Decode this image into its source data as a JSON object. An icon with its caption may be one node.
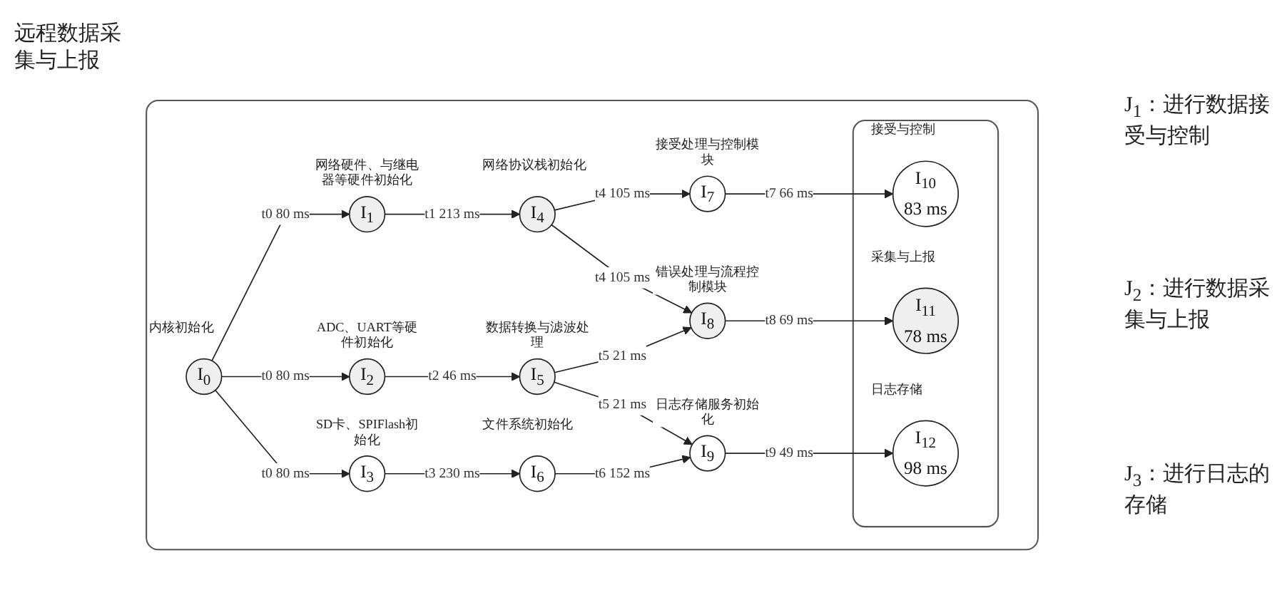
{
  "diagram": {
    "nodes": [
      {
        "text": [],
        "shape": "box"
      },
      {
        "text": [
          "I$_{0}$"
        ],
        "in": 0,
        "beside": [
          "内核初始化"
        ]
      },
      {
        "text": [
          "I$_{1}$"
        ],
        "in": 0,
        "beside": [
          "网络硬件、与继电器等硬件初始化"
        ]
      },
      {
        "text": [
          "I$_{2}$"
        ],
        "in": 0,
        "beside": [
          "ADC、UART等硬件初始化"
        ]
      },
      {
        "text": [
          "I$_{3}$"
        ],
        "in": 0,
        "beside": [
          "SD卡、SPIFlash初始化"
        ]
      },
      {
        "text": [
          "I$_{4}$"
        ],
        "in": 0,
        "beside": [
          "网络协议栈初始化"
        ]
      },
      {
        "text": [
          "I$_{5}$"
        ],
        "in": 0,
        "beside": [
          "数据转换与滤波处理"
        ]
      },
      {
        "text": [
          "I$_{6}$"
        ],
        "in": 0,
        "beside": [
          "文件系统初始化"
        ]
      },
      {
        "text": [
          "I$_{7}$"
        ],
        "in": 0,
        "beside": [
          "接受处理与控制模块"
        ]
      },
      {
        "text": [
          "I$_{8}$"
        ],
        "in": 0,
        "beside": [
          "错误处理与流程控制模块"
        ]
      },
      {
        "text": [
          "I$_{9}$"
        ],
        "in": 0,
        "beside": [
          "日志存储服务初始化"
        ]
      },
      {
        "text": [],
        "shape": "box",
        "in": 0
      },
      {
        "text": [
          "I$_{10}$",
          "83 ms"
        ],
        "in": 11,
        "beside": [
          "接受与控制"
        ]
      },
      {
        "text": [
          "I$_{11}$",
          "78 ms"
        ],
        "in": 11,
        "beside": [
          "采集与上报"
        ]
      },
      {
        "text": [
          "I$_{12}$",
          "98 ms"
        ],
        "in": 11,
        "beside": [
          "日志存储"
        ]
      }
    ],
    "edges": [
      {
        "from": 1,
        "to": 2,
        "arrow": "to",
        "label": "t0 80 ms"
      },
      {
        "from": 1,
        "to": 3,
        "arrow": "to",
        "label": "t0 80 ms"
      },
      {
        "from": 1,
        "to": 4,
        "arrow": "to",
        "label": "t0 80 ms"
      },
      {
        "from": 2,
        "to": 5,
        "arrow": "to",
        "label": "t1 213 ms"
      },
      {
        "from": 3,
        "to": 6,
        "arrow": "to",
        "label": "t2 46 ms"
      },
      {
        "from": 4,
        "to": 7,
        "arrow": "to",
        "label": "t3 230 ms"
      },
      {
        "from": 5,
        "to": 8,
        "arrow": "to",
        "label": "t4 105 ms"
      },
      {
        "from": 5,
        "to": 9,
        "arrow": "to",
        "label": "t4 105 ms"
      },
      {
        "from": 6,
        "to": 9,
        "arrow": "to",
        "label": "t5 21 ms"
      },
      {
        "from": 6,
        "to": 10,
        "arrow": "to",
        "label": "t5 21 ms"
      },
      {
        "from": 7,
        "to": 10,
        "arrow": "to",
        "label": "t6 152 ms"
      },
      {
        "from": 8,
        "to": 12,
        "arrow": "to",
        "label": "t7 66 ms"
      },
      {
        "from": 9,
        "to": 13,
        "arrow": "to",
        "label": "t8 69 ms"
      },
      {
        "from": 10,
        "to": 14,
        "arrow": "to",
        "label": "t9 49 ms"
      }
    ],
    "labels": [
      "远程数据采集与上报",
      "J$_{1}$：进行数据接受与控制",
      "J$_{2}$：进行数据采集与上报",
      "J$_{3}$：进行日志的存储"
    ]
  }
}
